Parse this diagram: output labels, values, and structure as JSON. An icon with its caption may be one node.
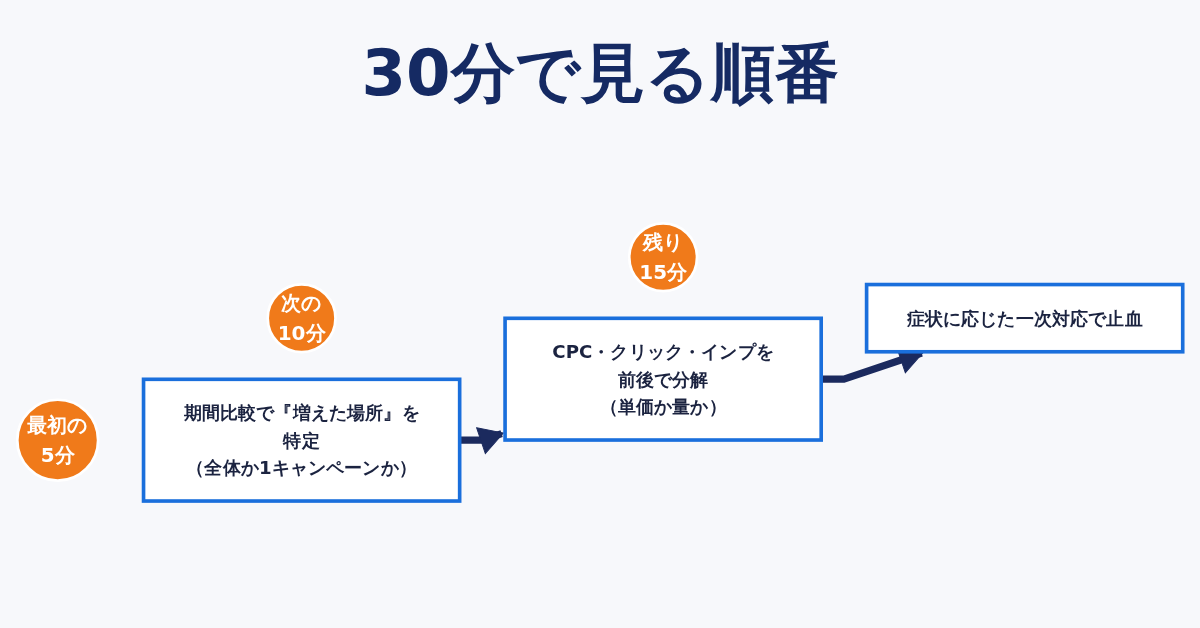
{
  "diagram": {
    "title": "30分で見る順番",
    "nodes": [
      {
        "text": [
          "最初の",
          "5分"
        ]
      },
      {
        "text": [
          "期間比較で『増えた場所』を特定",
          "（全体か1キャンペーンか）"
        ]
      },
      {
        "text": [
          "次の",
          "10分"
        ]
      },
      {
        "text": [
          "CPC・クリック・インプを前後で分解",
          "（単価か量か）"
        ]
      },
      {
        "text": [
          "残り",
          "15分"
        ]
      },
      {
        "text": [
          "症状に応じた一次対応で止血"
        ]
      }
    ],
    "edges": [
      {
        "from": 1,
        "to": 3,
        "arrow": "to"
      },
      {
        "from": 3,
        "to": 5,
        "arrow": "to"
      }
    ]
  }
}
